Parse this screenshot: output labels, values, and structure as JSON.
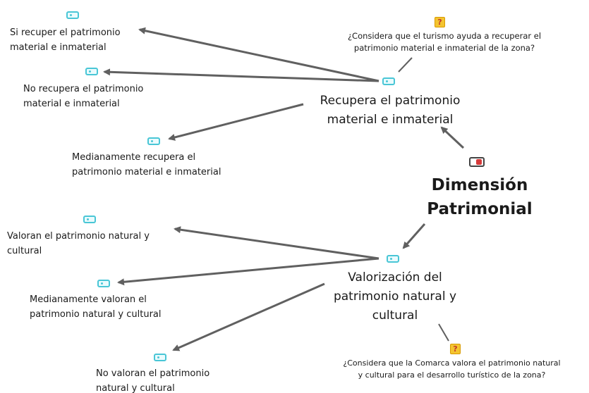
{
  "core": {
    "label": "Dimensión\nPatrimonial",
    "icon": "document-family-icon"
  },
  "recupera": {
    "label": "Recupera el patrimonio\nmaterial e inmaterial",
    "icon": "tag-icon",
    "question": "¿Considera que el turismo ayuda a recuperar el\npatrimonio material e inmaterial de la zona?",
    "question_icon": "question-icon",
    "codes": [
      {
        "label": "Si recuper el patrimonio\nmaterial e inmaterial",
        "icon": "tag-icon"
      },
      {
        "label": "No recupera el patrimonio\nmaterial e inmaterial",
        "icon": "tag-icon"
      },
      {
        "label": "Medianamente recupera el\npatrimonio material e inmaterial",
        "icon": "tag-icon"
      }
    ]
  },
  "valorizacion": {
    "label": "Valorización del\npatrimonio natural y\ncultural",
    "icon": "tag-icon",
    "question": "¿Considera que la Comarca valora el patrimonio natural\ny cultural para el desarrollo turístico de la zona?",
    "question_icon": "question-icon",
    "codes": [
      {
        "label": "Valoran el patrimonio natural y\ncultural",
        "icon": "tag-icon"
      },
      {
        "label": "Medianamente valoran el\npatrimonio natural y cultural",
        "icon": "tag-icon"
      },
      {
        "label": "No valoran el patrimonio\nnatural y cultural",
        "icon": "tag-icon"
      }
    ]
  },
  "colors": {
    "edge": "#606060",
    "tag": "#49c6d6",
    "question": "#f4c430"
  }
}
